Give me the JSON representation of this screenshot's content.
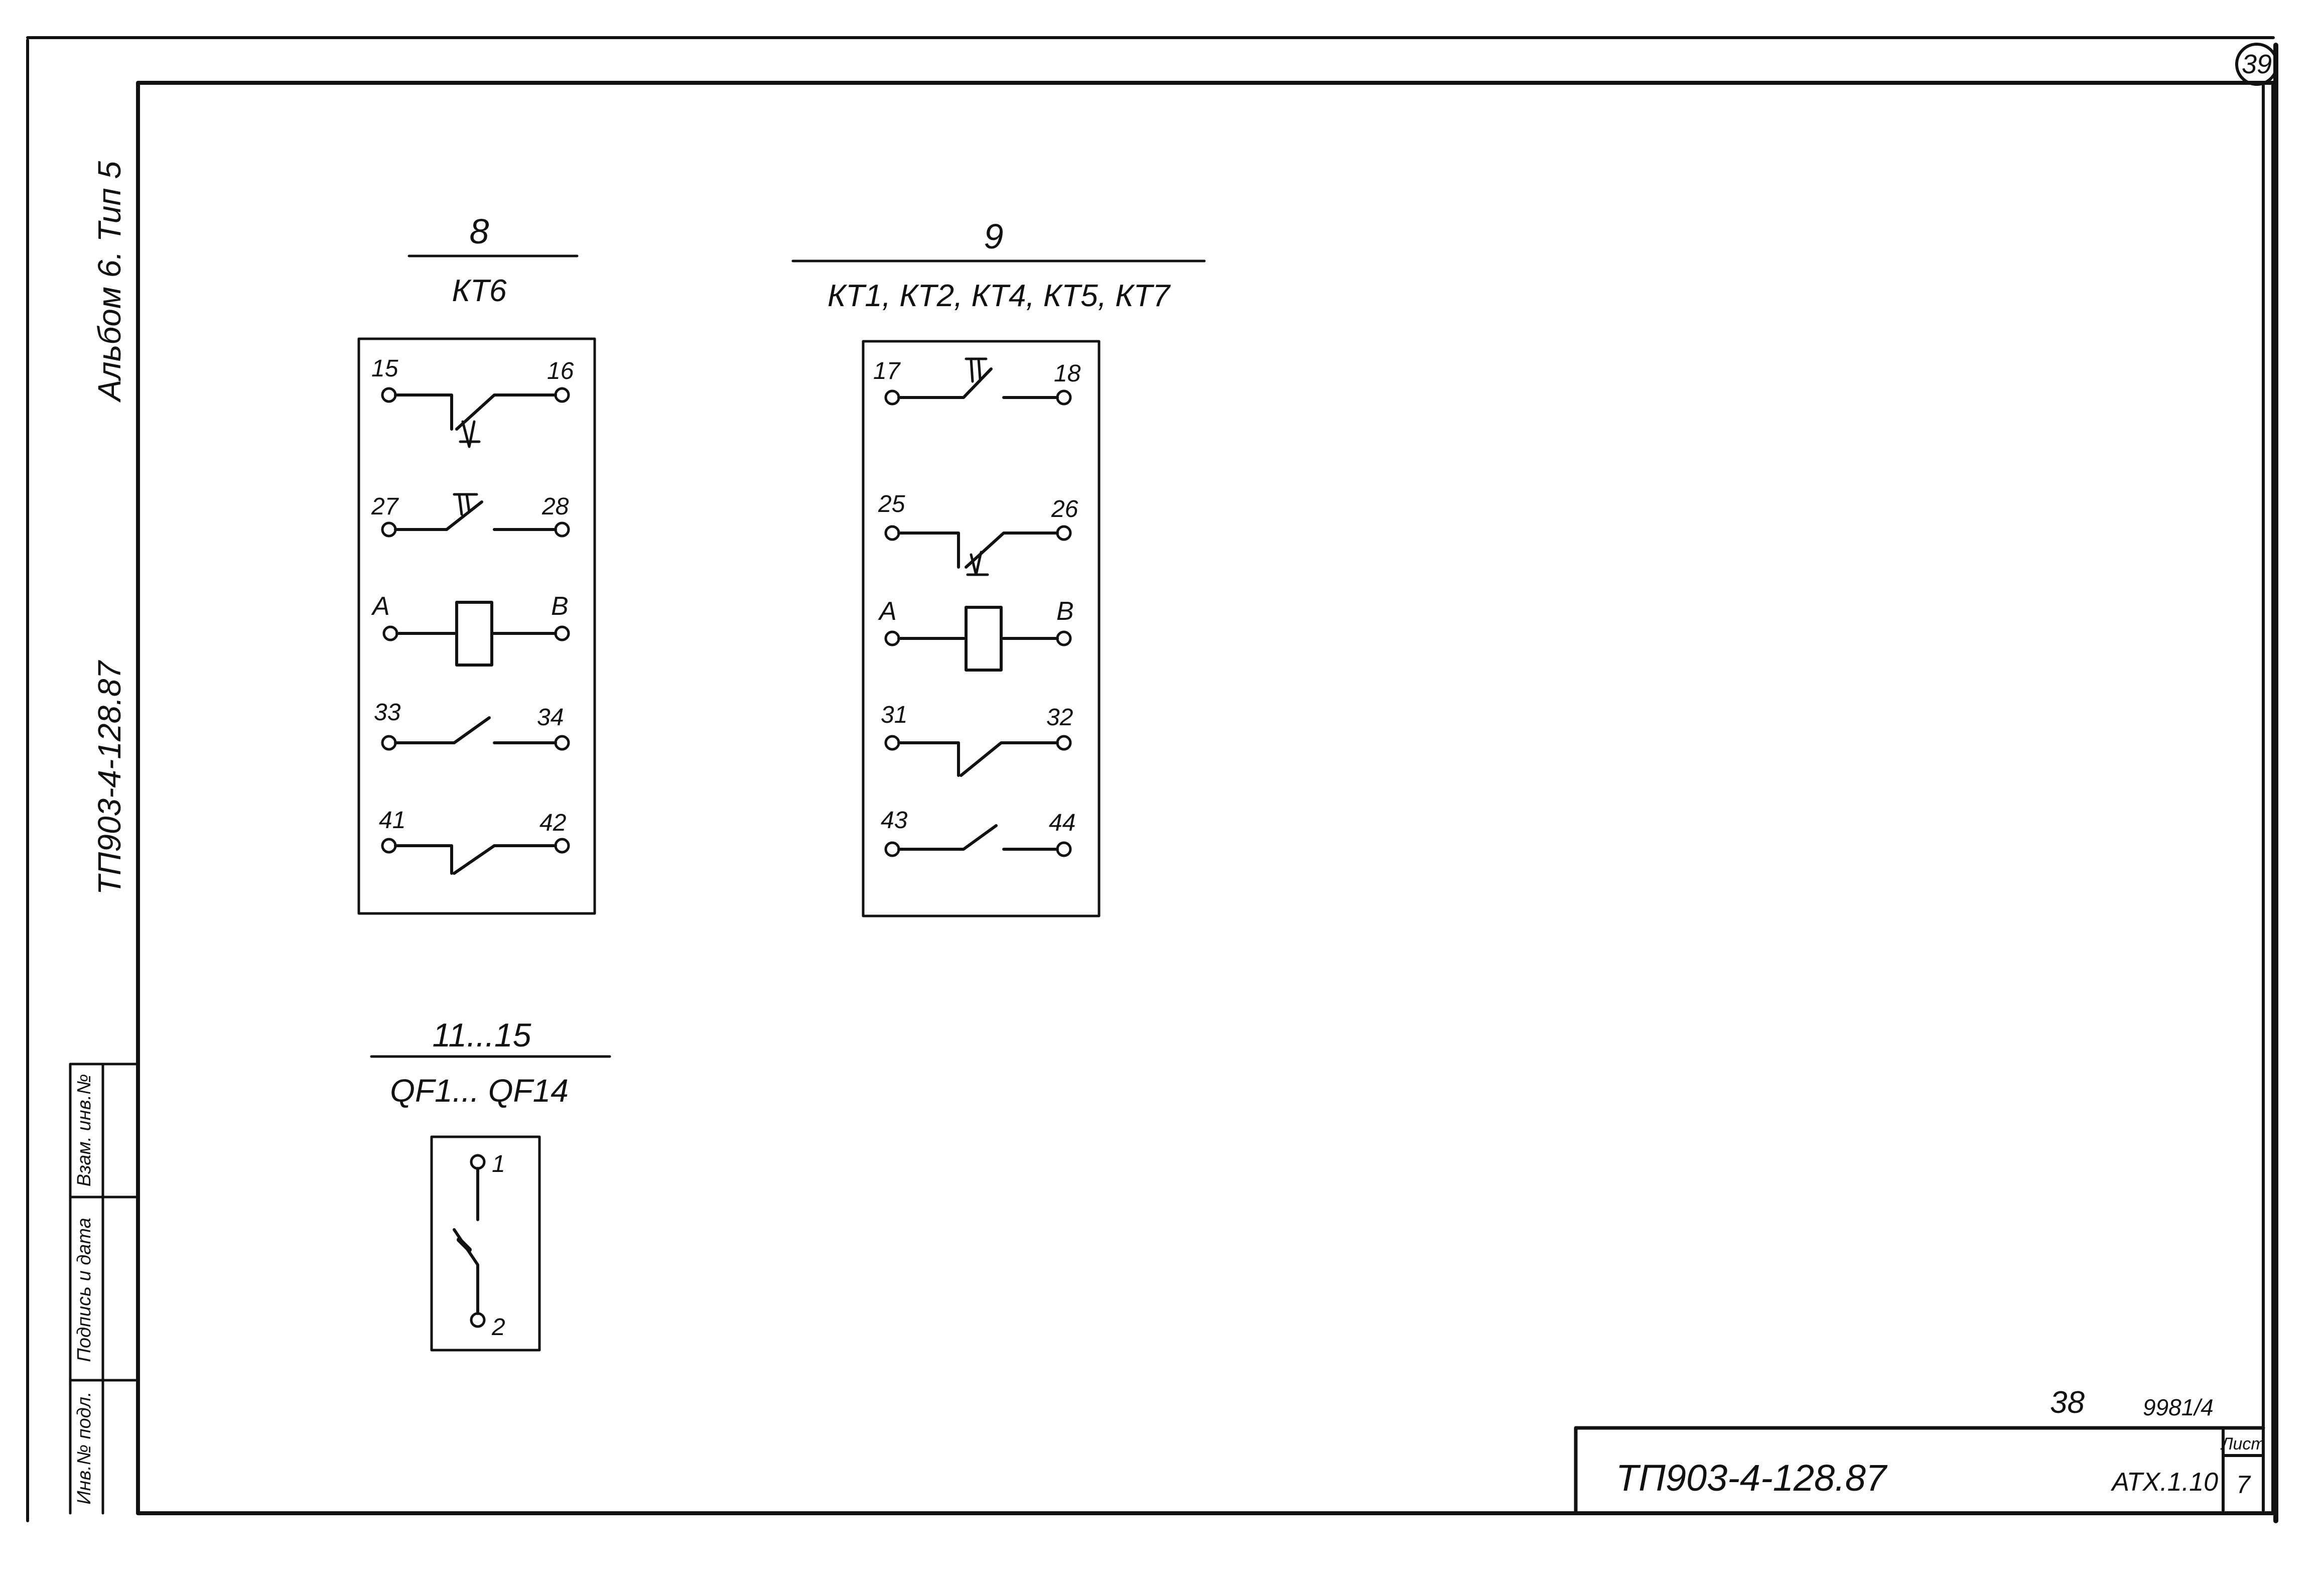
{
  "sheet": {
    "page_number": "39",
    "side_title_album": "Альбом 6. Тип 5",
    "side_title_code": "ТП903-4-128.87",
    "stamp_fields": [
      "Инв.№ подл.",
      "Подпись и дата",
      "Взам. инв.№"
    ]
  },
  "blocks": {
    "kt6": {
      "number": "8",
      "designation": "КТ6",
      "contacts": [
        {
          "left": "15",
          "right": "16",
          "type": "nc-delay"
        },
        {
          "left": "27",
          "right": "28",
          "type": "no-delay"
        },
        {
          "left": "A",
          "right": "B",
          "type": "coil"
        },
        {
          "left": "33",
          "right": "34",
          "type": "no"
        },
        {
          "left": "41",
          "right": "42",
          "type": "nc"
        }
      ]
    },
    "kt_group": {
      "number": "9",
      "designation": "КТ1, КТ2, КТ4, КТ5, КТ7",
      "contacts": [
        {
          "left": "17",
          "right": "18",
          "type": "no-delay"
        },
        {
          "left": "25",
          "right": "26",
          "type": "nc-delay"
        },
        {
          "left": "A",
          "right": "B",
          "type": "coil"
        },
        {
          "left": "31",
          "right": "32",
          "type": "nc"
        },
        {
          "left": "43",
          "right": "44",
          "type": "no"
        }
      ]
    },
    "qf": {
      "number": "11...15",
      "designation": "QF1... QF14",
      "terminal_top": "1",
      "terminal_bottom": "2"
    }
  },
  "title_block": {
    "code": "ТП903-4-128.87",
    "doc": "АТХ.1.10",
    "sheet_label": "Лист",
    "sheet_no": "7",
    "inventory": "9981/4",
    "handwritten": "38"
  }
}
